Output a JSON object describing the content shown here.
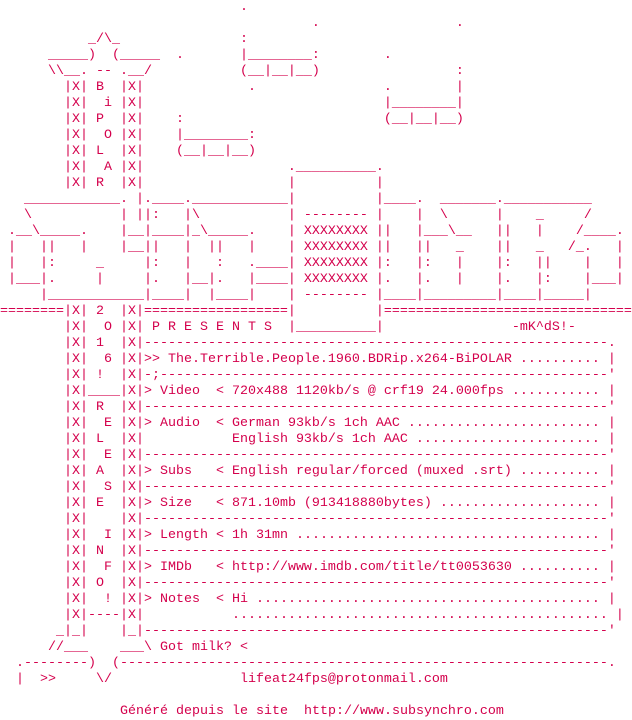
{
  "colors": {
    "text": "#d4004c",
    "background": "#ffffff"
  },
  "logo": {
    "group_name": "BiPOLAR",
    "lines": [
      "                              .",
      "                                       .                 .",
      "           _/\\_               :",
      "      _____)  (_____  .       |________:        .",
      "      \\\\__. -- .__/           (__|__|__)                 :",
      "        |X| B  |X|             .                .        |",
      "        |X|  i |X|                              |________|",
      "        |X| P  |X|    :                         (__|__|__)",
      "        |X|  O |X|    |________:",
      "        |X| L  |X|    (__|__|__)",
      "        |X|  A |X|                  .__________.",
      "        |X| R  |X|                  |          |",
      "   ____________. |.____.____________|          |____.  _______.___________",
      "   \\           | ||:   |\\           | -------- |    |  \\      |    _     /",
      " .__\\_____.    |__|____|_\\_____.    | XXXXXXXX ||   |___\\__   ||   |    /____.",
      " |   ||   |    |__||   |  ||   |    | XXXXXXXX ||   ||   _    ||   _   /_.   |",
      " |   |:     _     |:   |   :   .____| XXXXXXXX |:   |:   |    |:   ||    |   |",
      " |___|.     |     |.   |__|.   |____| XXXXXXXX |.   |.   |    |.   |:    |___|",
      "     |____________|____|  |____|    | -------- |____|_________|____|_____|",
      "========|X| 2  |X|==================|          |==============================="
    ]
  },
  "header": {
    "left": "        |X|  O |X| ",
    "presents": "P R E S E N T S",
    "box_bottom": "  |__________|",
    "gap": "                ",
    "signature": "-mK^dS!-"
  },
  "side": {
    "r21": "        |X| 1  |X|",
    "r22": "        |X|  6 |X|",
    "r23": "        |X| !  |X|",
    "r24": "        |X|____|X|",
    "r25": "        |X| R  |X|",
    "r26": "        |X|  E |X|",
    "r27": "        |X| L  |X|",
    "r28": "        |X|  E |X|",
    "r29": "        |X| A  |X|",
    "r30": "        |X|  S |X|",
    "r31": "        |X| E  |X|",
    "r32": "        |X|    |X|",
    "r33": "        |X|  I |X|",
    "r34": "        |X| N  |X|",
    "r35": "        |X|  F |X|",
    "r36": "        |X| O  |X|",
    "r37": "        |X|  ! |X|",
    "r38": "        |X|----|X|",
    "r39": "       _|_|    |_|",
    "r40": "      //___    ___\\ ",
    "r41": "  .--------)  (",
    "r42": "  |  >>     \\/                "
  },
  "info": {
    "top_border": "----------------------------------------------------------.",
    "first_separator": "-;--------------------------------------------------------'",
    "separator": "----------------------------------------------------------'",
    "release": {
      "prefix": ">> ",
      "name": "The.Terrible.People.1960.BDRip.x264-BiPOLAR",
      "leader": " .......... |"
    },
    "video": {
      "label": "> Video  < ",
      "value": "720x488 1120kb/s @ crf19 24.000fps",
      "leader": " ........... |"
    },
    "audio": {
      "label": "> Audio  < ",
      "value": "German 93kb/s 1ch AAC",
      "leader": " ........................ |"
    },
    "audio2": {
      "label": "           ",
      "value": "English 93kb/s 1ch AAC",
      "leader": " ....................... |"
    },
    "subs": {
      "label": "> Subs   < ",
      "value": "English regular/forced (muxed .srt)",
      "leader": " .......... |"
    },
    "size": {
      "label": "> Size   < ",
      "value": "871.10mb (913418880bytes)",
      "leader": " .................... |"
    },
    "length": {
      "label": "> Length < ",
      "value": "1h 31mn",
      "leader": " ...................................... |"
    },
    "imdb": {
      "label": "> IMDb   < ",
      "value": "http://www.imdb.com/title/tt0053630",
      "leader": " .......... |"
    },
    "notes": {
      "label": "> Notes  < ",
      "value": "Hi",
      "leader": " ........................................... |"
    },
    "notes2": {
      "label": "           ",
      "leader": "............................................... |"
    }
  },
  "footer": {
    "milk": "Got milk? <",
    "bottom_border": "-------------------------------------------------------------.",
    "email": "lifeat24fps@protonmail.com",
    "generated_label": "Généré depuis le site  ",
    "site_url": "http://www.subsynchro.com"
  }
}
